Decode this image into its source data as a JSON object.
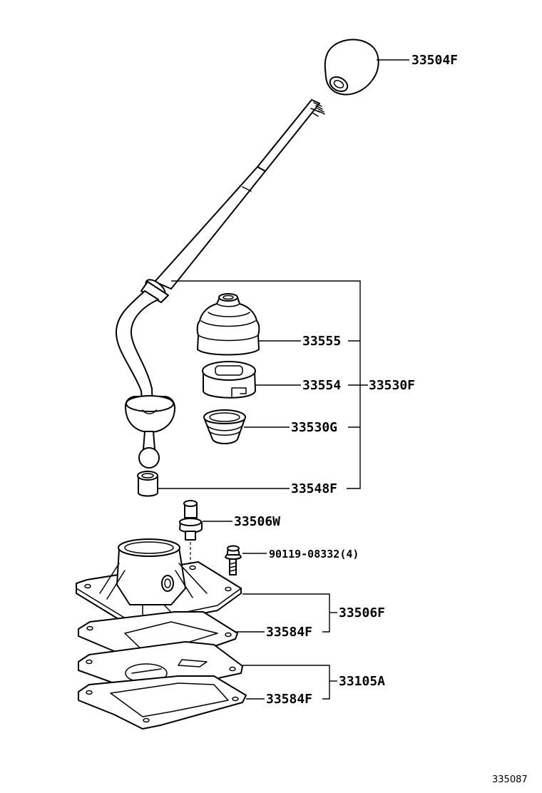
{
  "labels": {
    "knob": "33504F",
    "boot": "33555",
    "seat": "33554",
    "assembly": "33530F",
    "spring": "33530G",
    "bushing": "33548F",
    "pin": "33506W",
    "bolt": "90119-08332(4)",
    "retainer": "33506F",
    "gasket_upper": "33584F",
    "plate": "33105A",
    "gasket_lower": "33584F"
  },
  "diagram_ref": "335087"
}
